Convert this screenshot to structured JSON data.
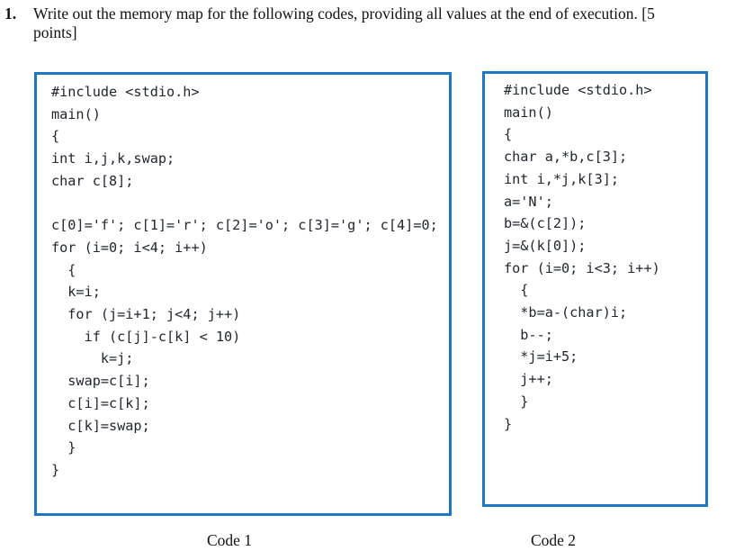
{
  "question": {
    "number": "1.",
    "lines": [
      "Write out the memory map for the following codes, providing all values at the end of execution. [5",
      "points]"
    ]
  },
  "code1": {
    "label": "Code 1",
    "lines": [
      "#include <stdio.h>",
      "main()",
      "{",
      "int i,j,k,swap;",
      "char c[8];",
      "",
      "c[0]='f'; c[1]='r'; c[2]='o'; c[3]='g'; c[4]=0;",
      "for (i=0; i<4; i++)",
      "  {",
      "  k=i;",
      "  for (j=i+1; j<4; j++)",
      "    if (c[j]-c[k] < 10)",
      "      k=j;",
      "  swap=c[i];",
      "  c[i]=c[k];",
      "  c[k]=swap;",
      "  }",
      "}"
    ]
  },
  "code2": {
    "label": "Code 2",
    "lines": [
      "#include <stdio.h>",
      "main()",
      "{",
      "char a,*b,c[3];",
      "int i,*j,k[3];",
      "a='N';",
      "b=&(c[2]);",
      "j=&(k[0]);",
      "for (i=0; i<3; i++)",
      "  {",
      "  *b=a-(char)i;",
      "  b--;",
      "  *j=i+5;",
      "  j++;",
      "  }",
      "}"
    ]
  },
  "colors": {
    "box_border": "#1f76c2",
    "code_text": "#222730"
  }
}
